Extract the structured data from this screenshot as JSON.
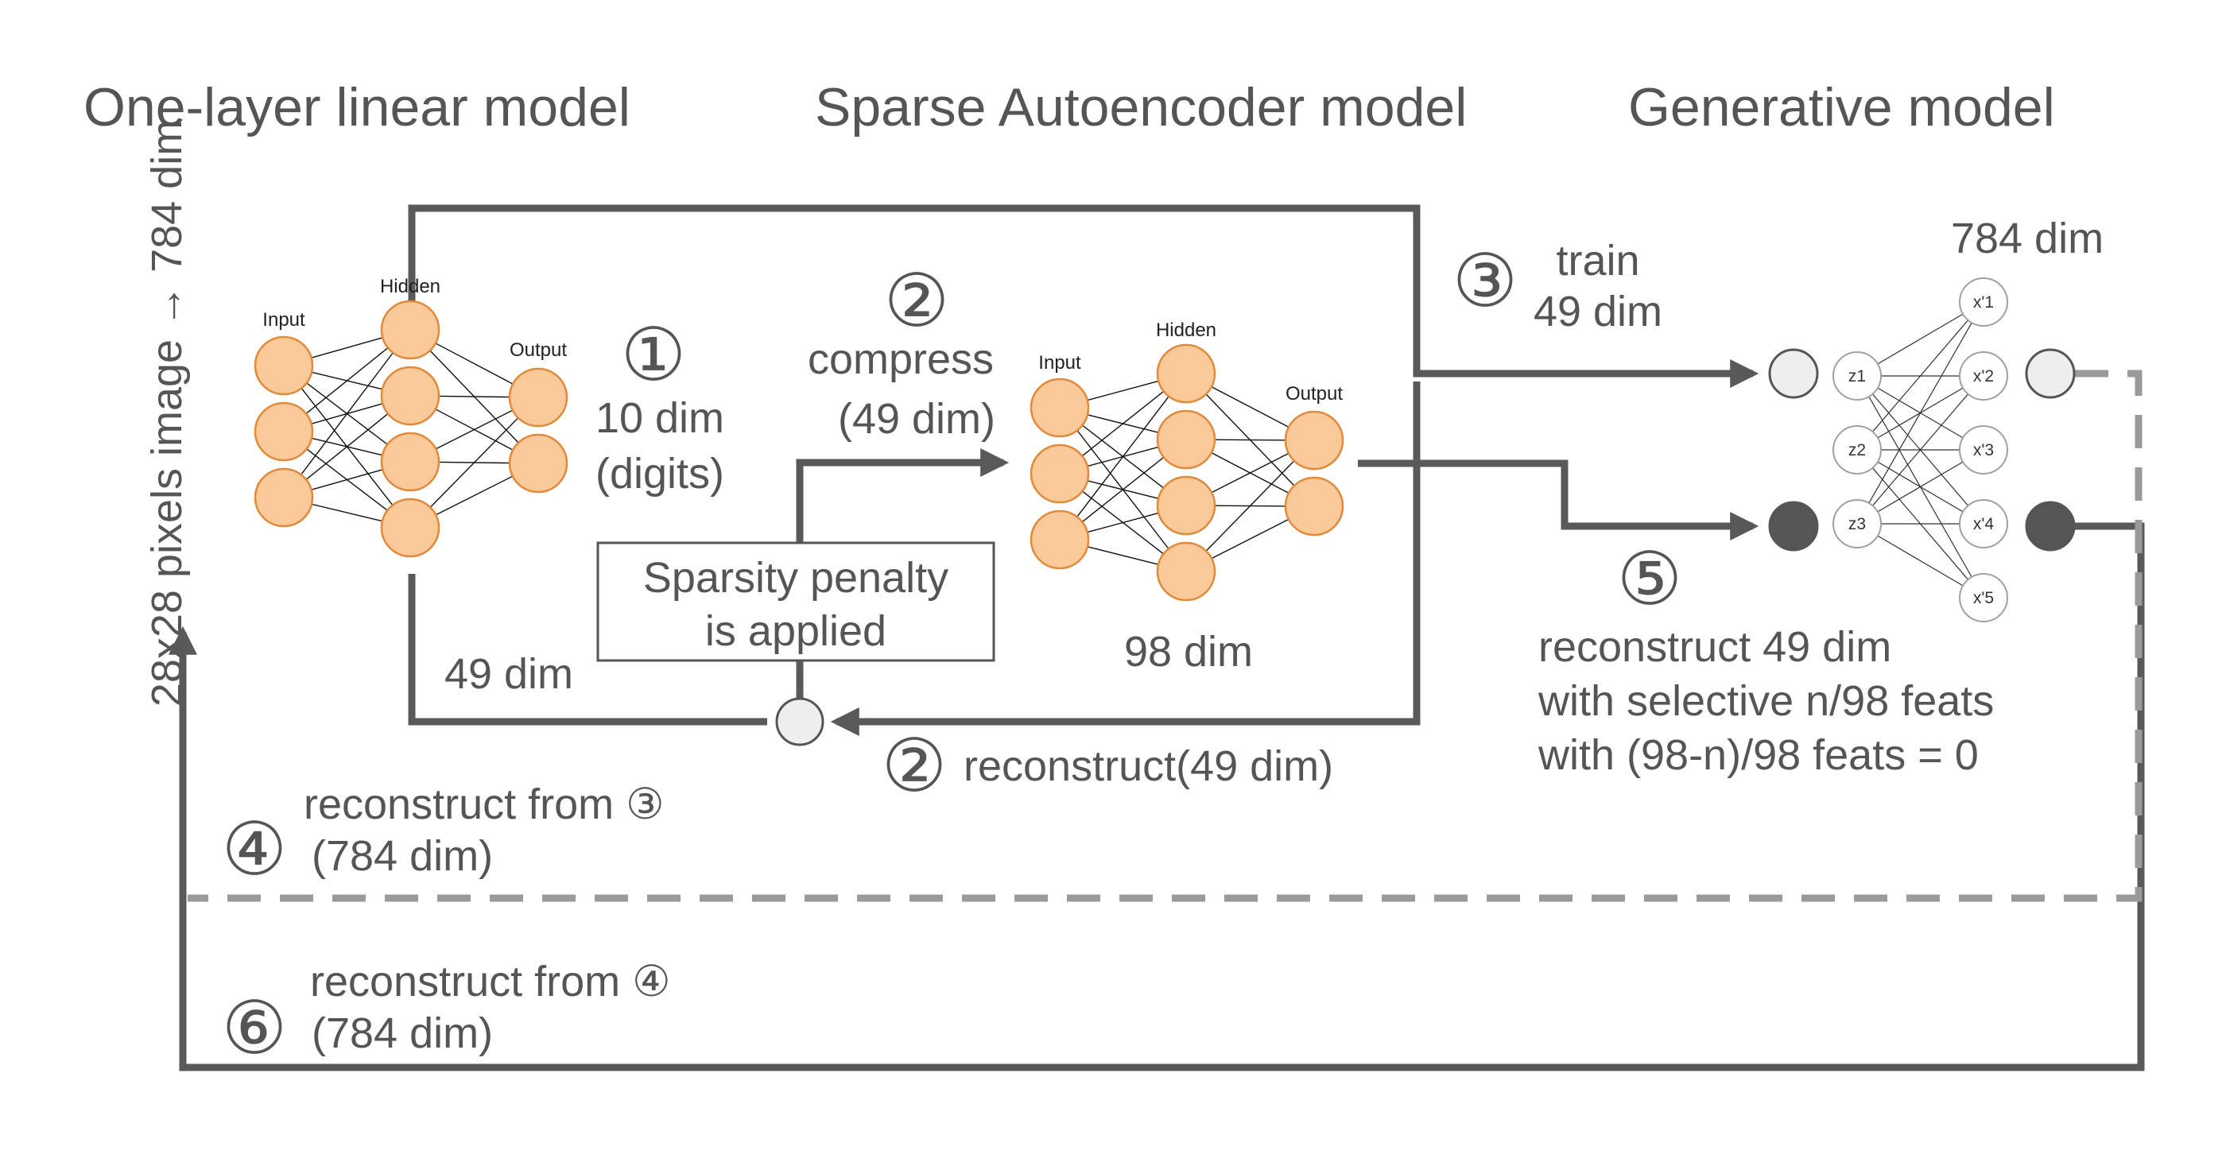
{
  "titles": {
    "linear": "One-layer linear model",
    "sae": "Sparse Autoencoder model",
    "generative": "Generative model"
  },
  "input_side_label": "28x28 pixels image → 784 dim",
  "linear_net": {
    "input": "Input",
    "hidden": "Hidden",
    "output": "Output"
  },
  "sae_net": {
    "input": "Input",
    "hidden": "Hidden",
    "output": "Output"
  },
  "steps": {
    "s1": {
      "marker": "①",
      "line1": "10 dim",
      "line2": "(digits)"
    },
    "s2a": {
      "marker": "②",
      "line1": "compress",
      "line2": "(49 dim)"
    },
    "s2b": {
      "marker": "②",
      "text": "reconstruct(49 dim)"
    },
    "s3": {
      "marker": "③",
      "line1": "train",
      "line2": "49 dim"
    },
    "s4": {
      "marker": "④",
      "line1": "reconstruct from ③",
      "line2": "(784 dim)"
    },
    "s5": {
      "marker": "⑤",
      "line1": "reconstruct 49 dim",
      "line2": "with selective n/98 feats",
      "line3": "with (98-n)/98 feats = 0"
    },
    "s6": {
      "marker": "⑥",
      "line1": "reconstruct from ④",
      "line2": "(784 dim)"
    }
  },
  "hidden_49_dim": "49 dim",
  "sae_98_dim": "98 dim",
  "sparsity_box": {
    "line1": "Sparsity penalty",
    "line2": "is applied"
  },
  "generative": {
    "top_label": "784 dim",
    "z_nodes": [
      "z1",
      "z2",
      "z3"
    ],
    "x_nodes": [
      "x'1",
      "x'2",
      "x'3",
      "x'4",
      "x'5"
    ]
  },
  "colors": {
    "node_fill": "#f9c99a",
    "node_stroke": "#e08a3c",
    "flow_line": "#595959",
    "dashed_line": "#9a9a9a",
    "text": "#555555"
  }
}
